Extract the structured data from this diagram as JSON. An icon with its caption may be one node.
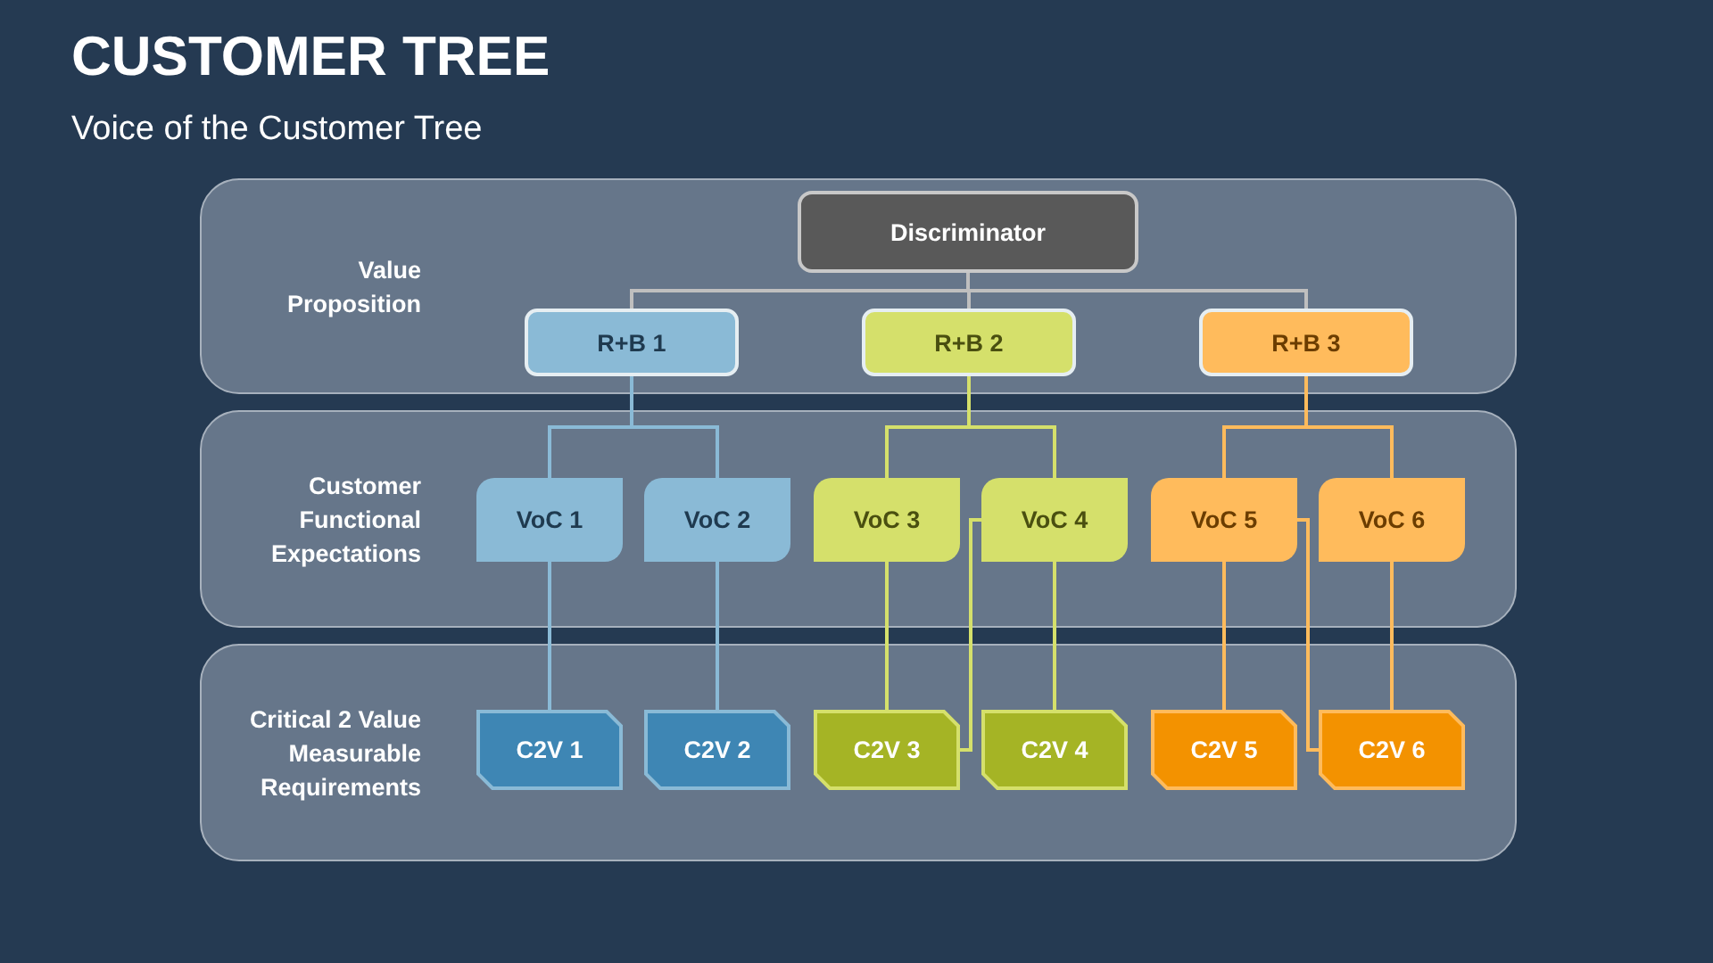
{
  "diagram": {
    "title": "CUSTOMER TREE",
    "caption": "Voice of the Customer Tree",
    "nodes": [
      {
        "text": [
          "Value Proposition"
        ]
      },
      {
        "text": [
          "Discriminator"
        ],
        "in": 0
      },
      {
        "text": [
          "R+B 1"
        ],
        "in": 0
      },
      {
        "text": [
          "R+B 2"
        ],
        "in": 0
      },
      {
        "text": [
          "R+B 3"
        ],
        "in": 0
      },
      {
        "text": [
          "Customer Functional Expectations"
        ]
      },
      {
        "text": [
          "VoC 1"
        ],
        "in": 5
      },
      {
        "text": [
          "VoC 2"
        ],
        "in": 5
      },
      {
        "text": [
          "VoC 3"
        ],
        "in": 5
      },
      {
        "text": [
          "VoC 4"
        ],
        "in": 5
      },
      {
        "text": [
          "VoC 5"
        ],
        "in": 5
      },
      {
        "text": [
          "VoC 6"
        ],
        "in": 5
      },
      {
        "text": [
          "Critical 2 Value Measurable Requirements"
        ]
      },
      {
        "text": [
          "C2V 1"
        ],
        "in": 12
      },
      {
        "text": [
          "C2V 2"
        ],
        "in": 12
      },
      {
        "text": [
          "C2V 3"
        ],
        "in": 12
      },
      {
        "text": [
          "C2V 4"
        ],
        "in": 12
      },
      {
        "text": [
          "C2V 5"
        ],
        "in": 12
      },
      {
        "text": [
          "C2V 6"
        ],
        "in": 12
      }
    ],
    "edges": [
      {
        "from": 1,
        "to": 2,
        "arrow": "none",
        "color": "#bfbfbf"
      },
      {
        "from": 1,
        "to": 3,
        "arrow": "none",
        "color": "#bfbfbf"
      },
      {
        "from": 1,
        "to": 4,
        "arrow": "none",
        "color": "#bfbfbf"
      },
      {
        "from": 2,
        "to": 6,
        "arrow": "none",
        "color": "#8abad6"
      },
      {
        "from": 2,
        "to": 7,
        "arrow": "none",
        "color": "#8abad6"
      },
      {
        "from": 3,
        "to": 8,
        "arrow": "none",
        "color": "#d5e06b"
      },
      {
        "from": 3,
        "to": 9,
        "arrow": "none",
        "color": "#d5e06b"
      },
      {
        "from": 4,
        "to": 10,
        "arrow": "none",
        "color": "#ffbb5c"
      },
      {
        "from": 4,
        "to": 11,
        "arrow": "none",
        "color": "#ffbb5c"
      },
      {
        "from": 6,
        "to": 13,
        "arrow": "none",
        "color": "#8abad6"
      },
      {
        "from": 7,
        "to": 14,
        "arrow": "none",
        "color": "#8abad6"
      },
      {
        "from": 8,
        "to": 15,
        "arrow": "none",
        "color": "#d5e06b"
      },
      {
        "from": 9,
        "to": 15,
        "arrow": "none",
        "color": "#d5e06b"
      },
      {
        "from": 9,
        "to": 16,
        "arrow": "none",
        "color": "#d5e06b"
      },
      {
        "from": 10,
        "to": 17,
        "arrow": "none",
        "color": "#ffbb5c"
      },
      {
        "from": 10,
        "to": 18,
        "arrow": "none",
        "color": "#ffbb5c"
      },
      {
        "from": 11,
        "to": 18,
        "arrow": "none",
        "color": "#ffbb5c"
      }
    ]
  }
}
